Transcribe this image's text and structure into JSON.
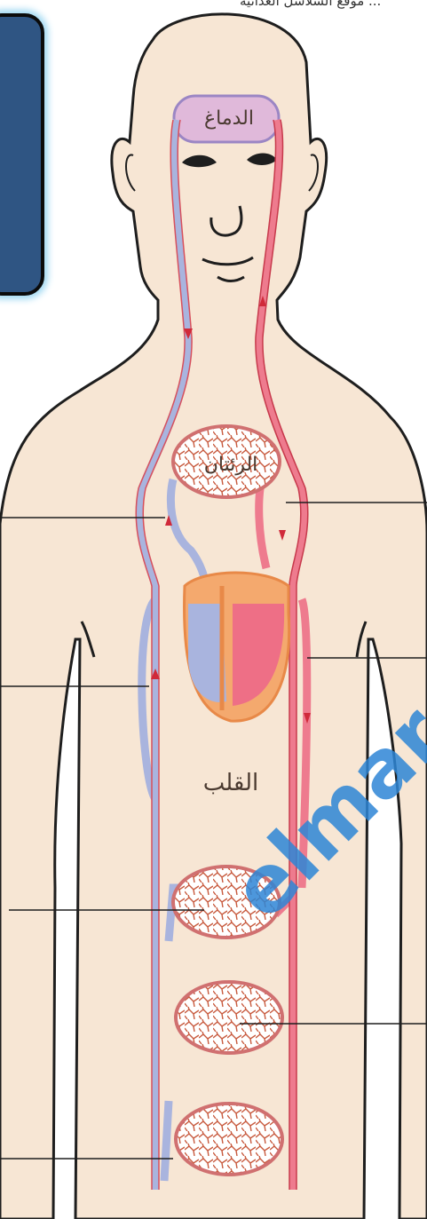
{
  "header": {
    "caption": "موقع السلاسل الغذائية  ..."
  },
  "labels": {
    "brain": "الدماغ",
    "lungs": "الرئتان",
    "heart": "القلب"
  },
  "watermark": "elmar",
  "colors": {
    "skin": "#f7e6d4",
    "vein": "#a9b4de",
    "artery": "#ee7b8e",
    "heart_outline": "#f2a469",
    "box_fill": "#2f5583",
    "box_glow": "#9fd8f2"
  }
}
